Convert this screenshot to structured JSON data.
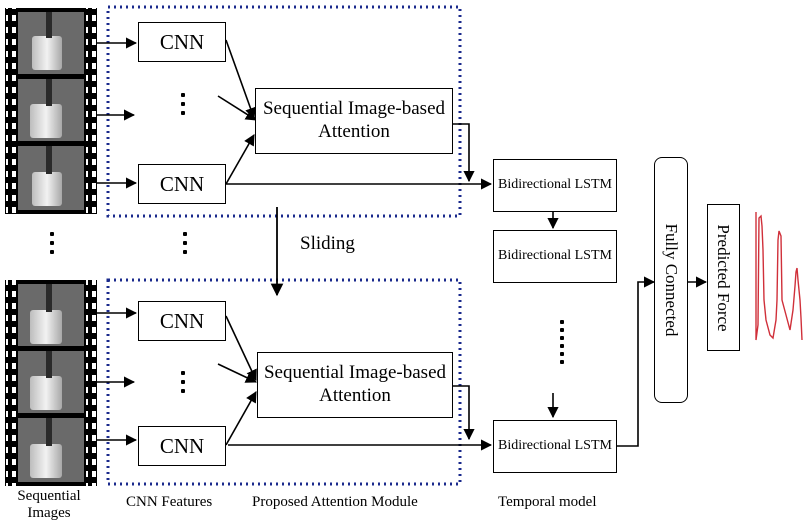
{
  "cnn_label": "CNN",
  "attention_label": "Sequential Image-based Attention",
  "lstm_label": "Bidirectional LSTM",
  "sliding_label": "Sliding",
  "fc_label": "Fully Connected",
  "predicted_label": "Predicted Force",
  "captions": {
    "sequential_images": "Sequential Images",
    "cnn_features": "CNN Features",
    "attention_module": "Proposed Attention Module",
    "temporal_model": "Temporal model"
  },
  "colors": {
    "dotted_border": "#1a2a8c",
    "force_curve": "#d0303a",
    "film": "#000000"
  },
  "icons": {
    "frame_image": "cup-photo",
    "force_plot": "force-signal-plot"
  }
}
